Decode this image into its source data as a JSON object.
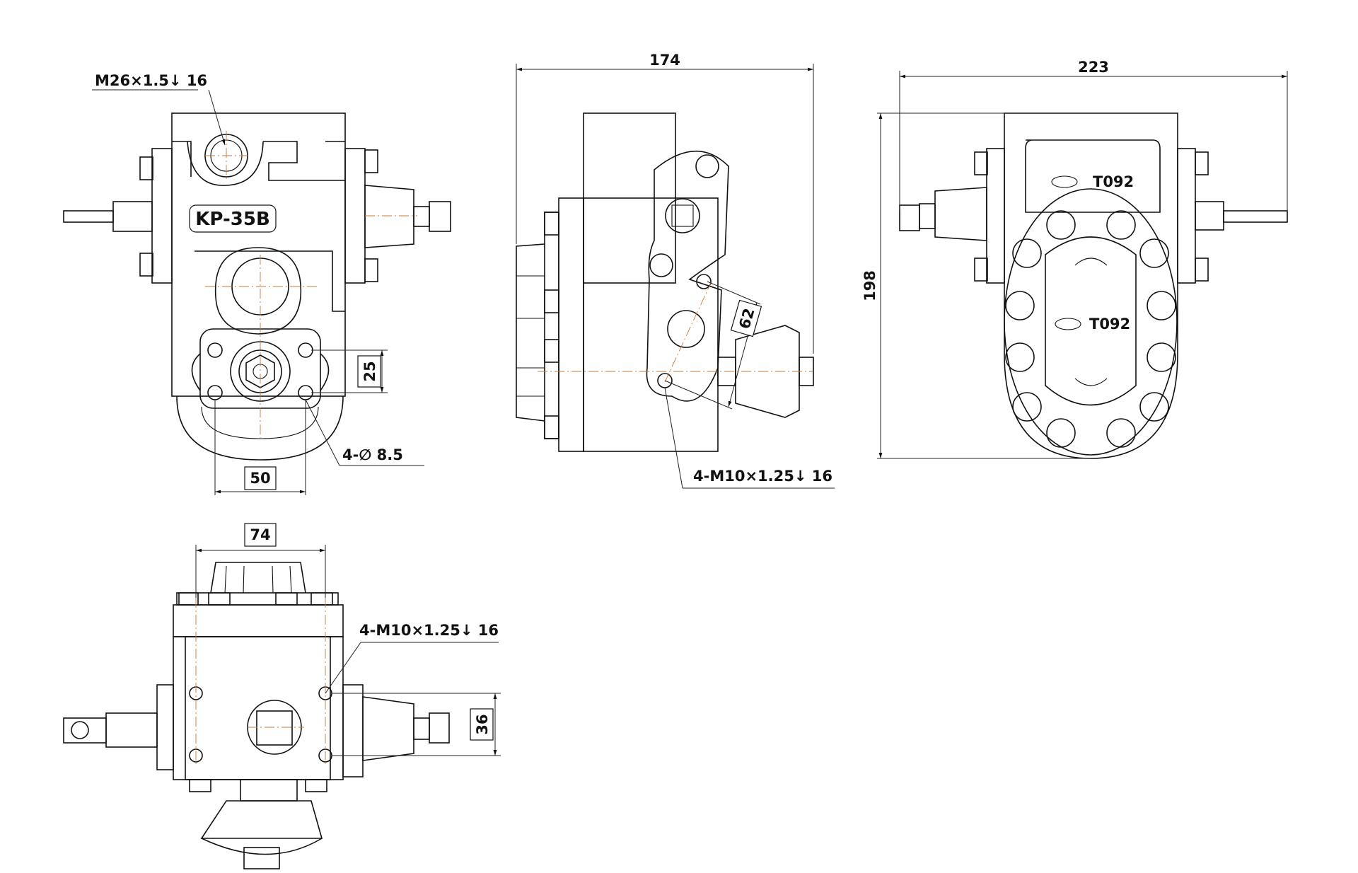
{
  "views": {
    "front": {
      "thread_callout": "M26×1.5↓ 16",
      "model_label": "KP-35B",
      "dim_hole_spacing_v": "25",
      "dim_hole_spacing_h": "50",
      "holes_callout": "4-∅ 8.5"
    },
    "side": {
      "dim_overall_length": "174",
      "dim_angled": "62",
      "tapped_callout": "4-M10×1.25↓ 16"
    },
    "rear": {
      "dim_overall_width": "223",
      "dim_overall_height": "198",
      "label_top": "T092",
      "label_center": "T092"
    },
    "bottom": {
      "dim_width": "74",
      "dim_height": "36",
      "tapped_callout": "4-M10×1.25↓ 16"
    }
  }
}
